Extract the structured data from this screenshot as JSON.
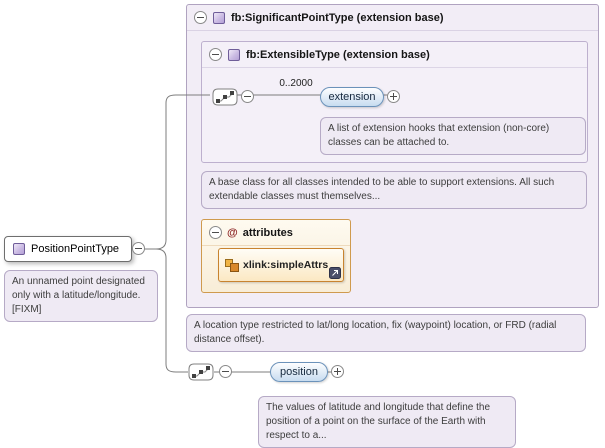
{
  "root_node": {
    "label": "PositionPointType",
    "doc": "An unnamed point designated only with a latitude/longitude. [FIXM]"
  },
  "significant_point_panel": {
    "title": "fb:SignificantPointType (extension base)",
    "doc": "A location type restricted to lat/long location, fix (waypoint) location, or FRD (radial distance offset)."
  },
  "extensible_panel": {
    "title": "fb:ExtensibleType (extension base)",
    "doc": "A base class for all classes intended to be able to support extensions. All such extendable classes must themselves...",
    "extension_element": {
      "label": "extension",
      "cardinality": "0..2000",
      "doc": "A list of extension hooks that extension (non-core) classes can be attached to."
    }
  },
  "attributes_panel": {
    "at": "@",
    "title": "attributes",
    "attribute_group": "xlink:simpleAttrs"
  },
  "position_element": {
    "label": "position",
    "doc": "The values of latitude and longitude that define the position of a point on the surface of the Earth with respect to a..."
  },
  "icons": {
    "collapse": "minus-circle",
    "expand": "plus-circle",
    "sequence": "sequence-compositor",
    "complex_type": "type-square",
    "attribute_group": "orange-squares",
    "jump_to_definition": "arrow-up-right"
  },
  "colors": {
    "panel_fill": "#f2edf6",
    "panel_border": "#b0a3c0",
    "element_fill": "#c7dcf0",
    "element_border": "#6b92ba",
    "attributes_fill": "#fbe8c3",
    "attributes_border": "#c8832f",
    "doc_fill": "#efeaf4",
    "doc_border": "#b6aac6"
  }
}
